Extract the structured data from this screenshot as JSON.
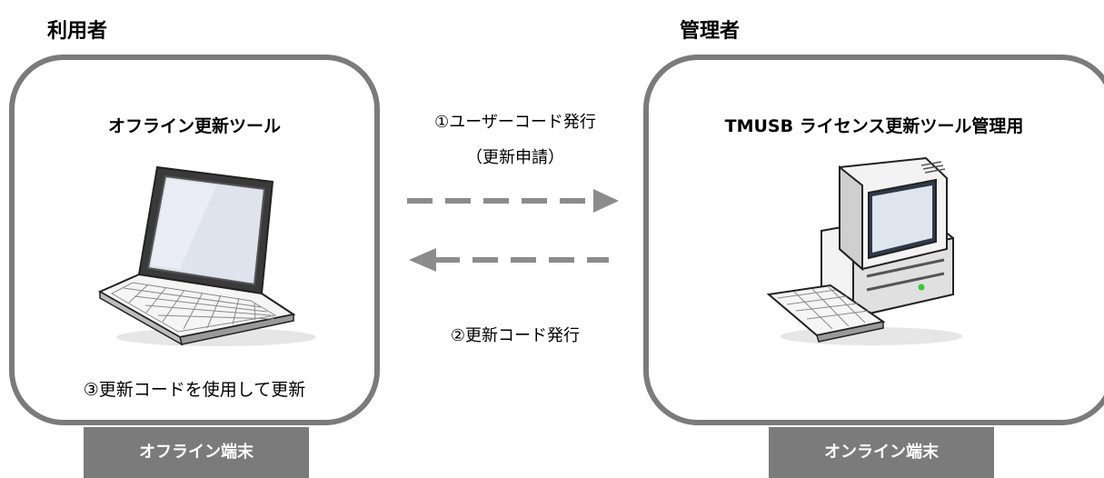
{
  "user": {
    "heading": "利用者",
    "panel_title": "オフライン更新ツール",
    "note": "③更新コードを使用して更新",
    "tag": "オフライン端末"
  },
  "admin": {
    "heading": "管理者",
    "panel_title": "TMUSB ライセンス更新ツール管理用",
    "tag": "オンライン端末"
  },
  "flows": {
    "request_line1": "①ユーザーコード発行",
    "request_line2": "（更新申請）",
    "response": "②更新コード発行"
  },
  "colors": {
    "panel_border": "#7b7b7b",
    "tag_background": "#7b7b7b",
    "arrow": "#8c8c8c"
  },
  "icons": {
    "user_device": "laptop-icon",
    "admin_device": "desktop-computer-icon",
    "request_arrow": "dashed-arrow-right-icon",
    "response_arrow": "dashed-arrow-left-icon"
  }
}
